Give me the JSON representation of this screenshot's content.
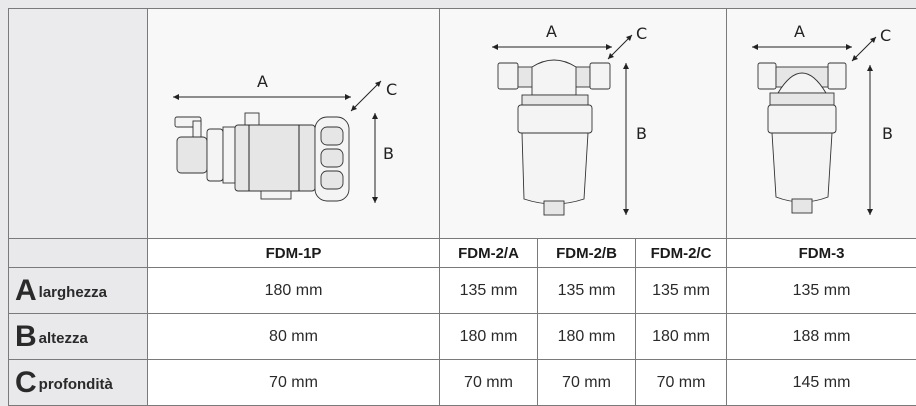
{
  "diagram_labels": {
    "width_letter": "A",
    "depth_letter": "C",
    "height_letter": "B"
  },
  "headers": {
    "col1": "FDM-1P",
    "col2": "FDM-2/A",
    "col3": "FDM-2/B",
    "col4": "FDM-2/C",
    "col5": "FDM-3"
  },
  "rows": [
    {
      "letter": "A",
      "name": "larghezza",
      "values": [
        "180 mm",
        "135 mm",
        "135 mm",
        "135 mm",
        "135 mm"
      ]
    },
    {
      "letter": "B",
      "name": "altezza",
      "values": [
        "80 mm",
        "180 mm",
        "180 mm",
        "180 mm",
        "188 mm"
      ]
    },
    {
      "letter": "C",
      "name": "profondità",
      "values": [
        "70 mm",
        "70 mm",
        "70 mm",
        "70 mm",
        "145 mm"
      ]
    }
  ],
  "colors": {
    "background": "#e9e9eb",
    "border": "#7a7a7a",
    "cell": "#ffffff"
  }
}
